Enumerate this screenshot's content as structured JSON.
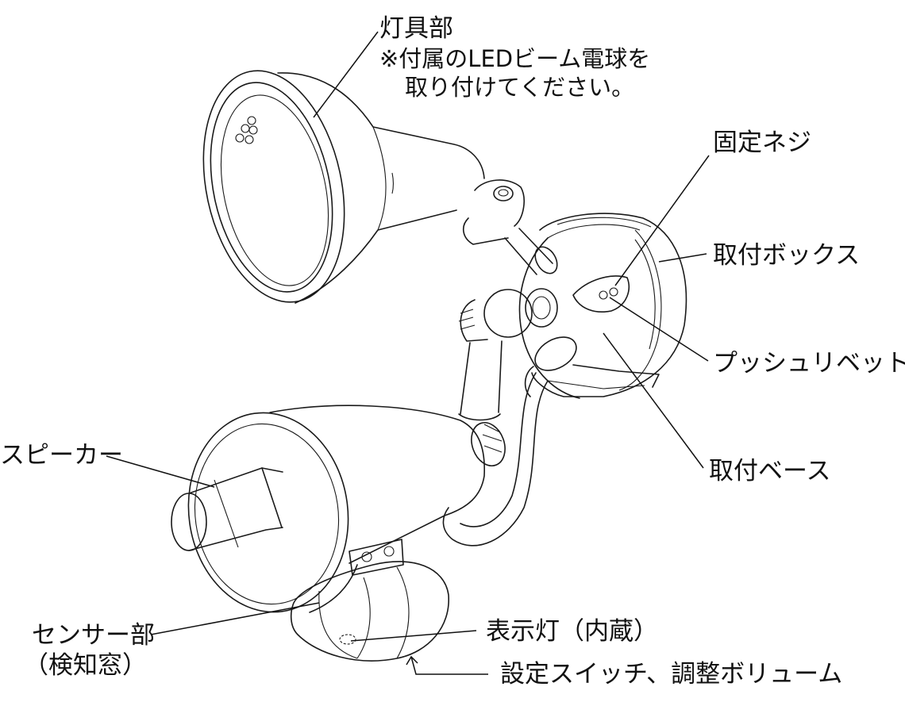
{
  "labels": {
    "lamp": "灯具部",
    "lamp_note_1": "※付属のLEDビーム電球を",
    "lamp_note_2": "取り付けてください。",
    "fixing_screw": "固定ネジ",
    "mount_box": "取付ボックス",
    "push_rivet": "プッシュリベット",
    "mount_base": "取付ベース",
    "speaker": "スピーカー",
    "sensor_1": "センサー部",
    "sensor_2": "（検知窓）",
    "indicator": "表示灯（内蔵）",
    "settings": "設定スイッチ、調整ボリューム"
  }
}
